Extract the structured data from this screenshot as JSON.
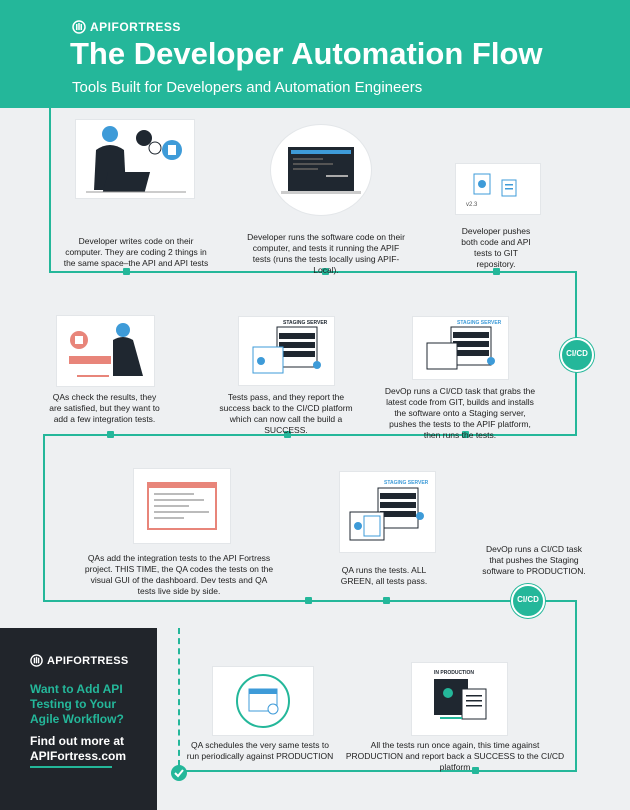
{
  "header": {
    "logo": "APIFORTRESS",
    "title": "The Developer Automation Flow",
    "subtitle": "Tools Built for Developers and Automation Engineers"
  },
  "steps": [
    {
      "text": "Developer writes code on their computer. They are coding 2 things in the same space–the API and API tests"
    },
    {
      "text": "Developer runs the software code on their computer, and tests it running the APIF tests (runs the tests locally using APIF-Local)."
    },
    {
      "text": "Developer pushes both code and API tests to GIT repository.",
      "version": "v2.3"
    },
    {
      "text": "QAs check the results, they are satisfied, but they want to add a few integration tests."
    },
    {
      "text": "Tests pass, and they report the success back to the CI/CD platform which can now call the build a SUCCESS.",
      "server": "STAGING SERVER"
    },
    {
      "text": "DevOp runs a CI/CD task that grabs the latest code from GIT, builds and installs the software onto a Staging server, pushes the tests to the APIF platform, then runs the tests.",
      "server": "STAGING SERVER"
    },
    {
      "text": "QAs add the integration tests to the API Fortress project. THIS TIME, the QA codes the tests on the visual GUI of the dashboard. Dev tests and QA tests live side by side."
    },
    {
      "text": "QA runs the tests. ALL GREEN, all tests pass.",
      "server": "STAGING SERVER"
    },
    {
      "text": "DevOp runs a CI/CD task that pushes the Staging software to PRODUCTION."
    },
    {
      "text": "QA schedules the very same tests to run periodically against PRODUCTION"
    },
    {
      "text": "All the tests run once again, this time against PRODUCTION and report back a SUCCESS to the CI/CD platform",
      "server": "IN PRODUCTION"
    }
  ],
  "badges": {
    "cicd": "CI/CD"
  },
  "sidebar": {
    "logo": "APIFORTRESS",
    "question": "Want to Add API Testing to Your Agile Workflow?",
    "find": "Find out more at",
    "site": "APIFortress.com"
  },
  "colors": {
    "accent": "#24b79a",
    "dark": "#21252b",
    "bg": "#eef0f2"
  }
}
